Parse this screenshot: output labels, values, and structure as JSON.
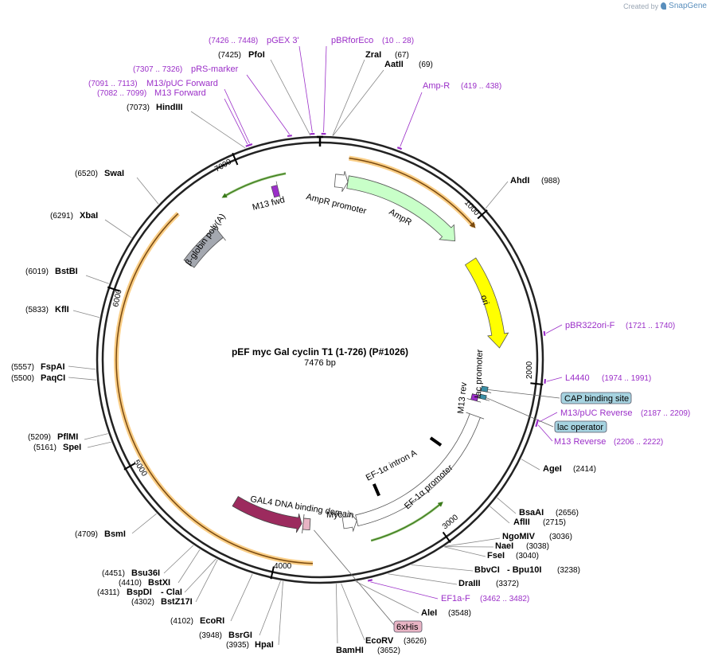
{
  "watermark": {
    "prefix": "Created by",
    "brand": "SnapGene"
  },
  "plasmid": {
    "name": "pEF myc Gal cyclin T1 (1-726) (P#1026)",
    "length_label": "7476 bp",
    "total_bp": 7476
  },
  "ticks": [
    "1000",
    "2000",
    "3000",
    "4000",
    "5000",
    "6000",
    "7000"
  ],
  "enzymes": [
    {
      "name": "PfoI",
      "pos": "(7425)"
    },
    {
      "name": "ZraI",
      "pos": "(67)"
    },
    {
      "name": "AatII",
      "pos": "(69)"
    },
    {
      "name": "HindIII",
      "pos": "(7073)"
    },
    {
      "name": "AhdI",
      "pos": "(988)"
    },
    {
      "name": "SwaI",
      "pos": "(6520)"
    },
    {
      "name": "XbaI",
      "pos": "(6291)"
    },
    {
      "name": "BstBI",
      "pos": "(6019)"
    },
    {
      "name": "KflI",
      "pos": "(5833)"
    },
    {
      "name": "FspAI",
      "pos": "(5557)"
    },
    {
      "name": "PaqCI",
      "pos": "(5500)"
    },
    {
      "name": "PflMI",
      "pos": "(5209)"
    },
    {
      "name": "SpeI",
      "pos": "(5161)"
    },
    {
      "name": "AgeI",
      "pos": "(2414)"
    },
    {
      "name": "BsaAI",
      "pos": "(2656)"
    },
    {
      "name": "AflII",
      "pos": "(2715)"
    },
    {
      "name": "NgoMIV",
      "pos": "(3036)"
    },
    {
      "name": "NaeI",
      "pos": "(3038)"
    },
    {
      "name": "FseI",
      "pos": "(3040)"
    },
    {
      "name": "BbvCI",
      "pos": "(3238)"
    },
    {
      "name": "- Bpu10I",
      "pos": ""
    },
    {
      "name": "DraIII",
      "pos": "(3372)"
    },
    {
      "name": "BsmI",
      "pos": "(4709)"
    },
    {
      "name": "Bsu36I",
      "pos": "(4451)"
    },
    {
      "name": "BstXI",
      "pos": "(4410)"
    },
    {
      "name": "BspDI",
      "pos": "(4311)"
    },
    {
      "name": "- ClaI",
      "pos": ""
    },
    {
      "name": "BstZ17I",
      "pos": "(4302)"
    },
    {
      "name": "EcoRI",
      "pos": "(4102)"
    },
    {
      "name": "BsrGI",
      "pos": "(3948)"
    },
    {
      "name": "HpaI",
      "pos": "(3935)"
    },
    {
      "name": "AleI",
      "pos": "(3548)"
    },
    {
      "name": "EcoRV",
      "pos": "(3626)"
    },
    {
      "name": "BamHI",
      "pos": "(3652)"
    }
  ],
  "primers": [
    {
      "name": "pGEX 3'",
      "pos": "(7426 .. 7448)"
    },
    {
      "name": "pBRforEco",
      "pos": "(10 .. 28)"
    },
    {
      "name": "pRS-marker",
      "pos": "(7307 .. 7326)"
    },
    {
      "name": "M13/pUC Forward",
      "pos": "(7091 .. 7113)"
    },
    {
      "name": "M13 Forward",
      "pos": "(7082 .. 7099)"
    },
    {
      "name": "Amp-R",
      "pos": "(419 .. 438)"
    },
    {
      "name": "pBR322ori-F",
      "pos": "(1721 .. 1740)"
    },
    {
      "name": "L4440",
      "pos": "(1974 .. 1991)"
    },
    {
      "name": "M13/pUC Reverse",
      "pos": "(2187 .. 2209)"
    },
    {
      "name": "M13 Reverse",
      "pos": "(2206 .. 2222)"
    },
    {
      "name": "EF1a-F",
      "pos": "(3462 .. 3482)"
    }
  ],
  "boxed_features": [
    "CAP binding site",
    "lac operator",
    "6xHis"
  ],
  "features": [
    "AmpR promoter",
    "AmpR",
    "ori",
    "lac promoter",
    "M13 rev",
    "EF-1α intron A",
    "EF-1α promoter",
    "GAL4 DNA binding domain",
    "Myc",
    "β-globin poly(A)",
    "M13 fwd"
  ],
  "colors": {
    "primer": "#9b2fc8",
    "ampr": "#c8ffc8",
    "ori": "#ffff00",
    "gal4": "#9c2b5e",
    "polyA": "#a4a8b0",
    "orf_orange": "#f5a623",
    "box_blue": "#a6d3e0",
    "box_pink": "#e8b4c4"
  }
}
